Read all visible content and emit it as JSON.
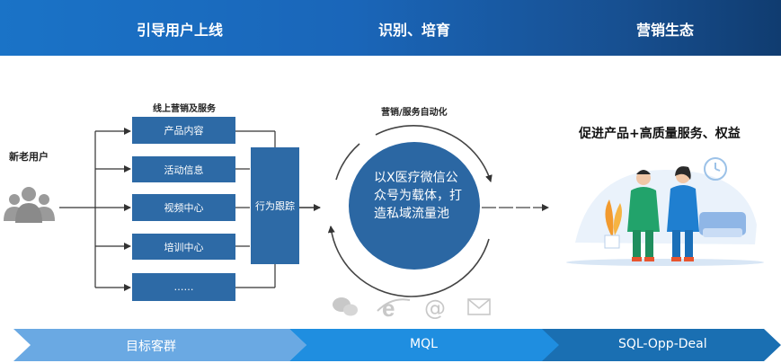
{
  "header": {
    "sections": [
      "引导用户上线",
      "识别、培育",
      "营销生态"
    ]
  },
  "left": {
    "user_label": "新老用户",
    "section_title": "线上营销及服务",
    "services": [
      "产品内容",
      "活动信息",
      "视频中心",
      "培训中心",
      "……"
    ],
    "tracker_label": "行为跟踪"
  },
  "middle": {
    "title": "营销/服务自动化",
    "circle_text": "以X医疗微信公众号为载体，打造私域流量池",
    "channel_icons": [
      "wechat-icon",
      "ie-browser-icon",
      "at-sign-icon",
      "mail-icon"
    ]
  },
  "right": {
    "title": "促进产品+高质量服务、权益"
  },
  "stages": [
    "目标客群",
    "MQL",
    "SQL-Opp-Deal"
  ],
  "colors": {
    "header_left": "#1a73c7",
    "header_right": "#103c70",
    "box": "#2d6aa6",
    "circle": "#2b67a3",
    "stage1": "#6aa9e3",
    "stage2": "#1f8ee0",
    "stage3": "#1a6fb2"
  }
}
